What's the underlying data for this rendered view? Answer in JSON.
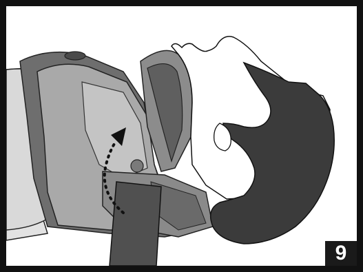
{
  "figure": {
    "step_number": "9",
    "colors": {
      "frame": "#111111",
      "hair": "#3b3b3b",
      "collar_dark": "#6e6e6e",
      "collar_mid": "#8c8c8c",
      "collar_light": "#b3b3b3",
      "shirt": "#d6d6d6",
      "strap": "#505050"
    },
    "icons": [
      "head-silhouette",
      "cervical-collar",
      "curved-dotted-arrow",
      "velcro-strap"
    ]
  }
}
